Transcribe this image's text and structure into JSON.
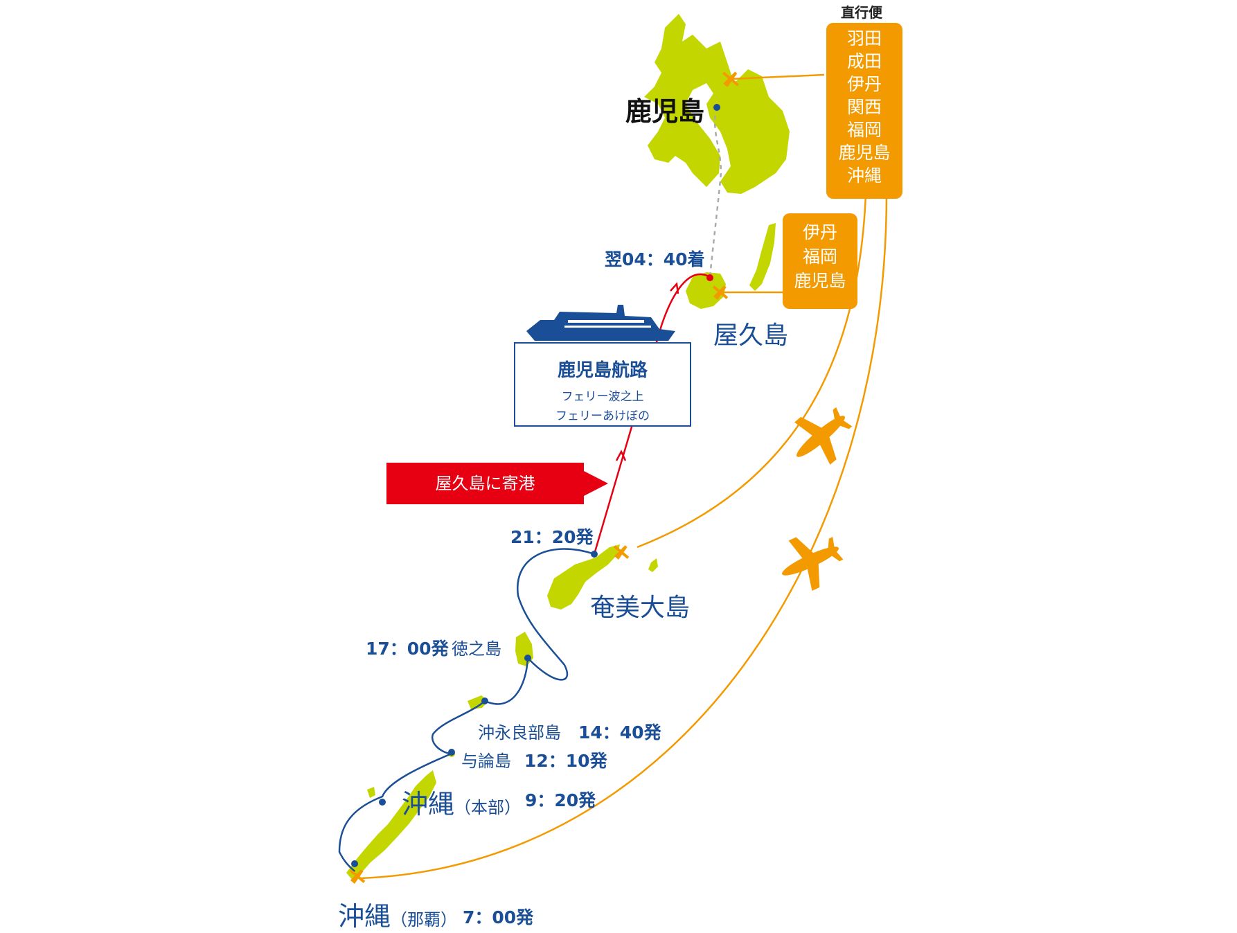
{
  "direct_flights": {
    "heading": "直行便",
    "cities": [
      "羽田",
      "成田",
      "伊丹",
      "関西",
      "福岡",
      "鹿児島",
      "沖縄"
    ]
  },
  "yakushima_flights": {
    "cities": [
      "伊丹",
      "福岡",
      "鹿児島"
    ]
  },
  "ports": {
    "kagoshima": "鹿児島",
    "yakushima": "屋久島",
    "amami": "奄美大島",
    "tokunoshima": "徳之島",
    "okinoerabu": "沖永良部島",
    "yoron": "与論島",
    "okinawa": "沖縄",
    "motobu": "（本部）",
    "naha": "（那覇）"
  },
  "times": {
    "yakushima_arrive": "翌04：40着",
    "amami_depart": "21：20発",
    "tokunoshima_depart": "17：00発",
    "okinoerabu_depart": "14：40発",
    "yoron_depart": "12：10発",
    "motobu_depart": "9：20発",
    "naha_depart": "7：00発"
  },
  "ferry": {
    "route_name": "鹿児島航路",
    "ships": [
      "フェリー波之上",
      "フェリーあけぼの"
    ]
  },
  "callout": "屋久島に寄港",
  "colors": {
    "land": "#c3d600",
    "ferry_route": "#1a4e96",
    "yakushima_route": "#e60012",
    "flight_route": "#f39a00",
    "callout_bg": "#e60012",
    "dashed_route": "#aaaaaa"
  }
}
